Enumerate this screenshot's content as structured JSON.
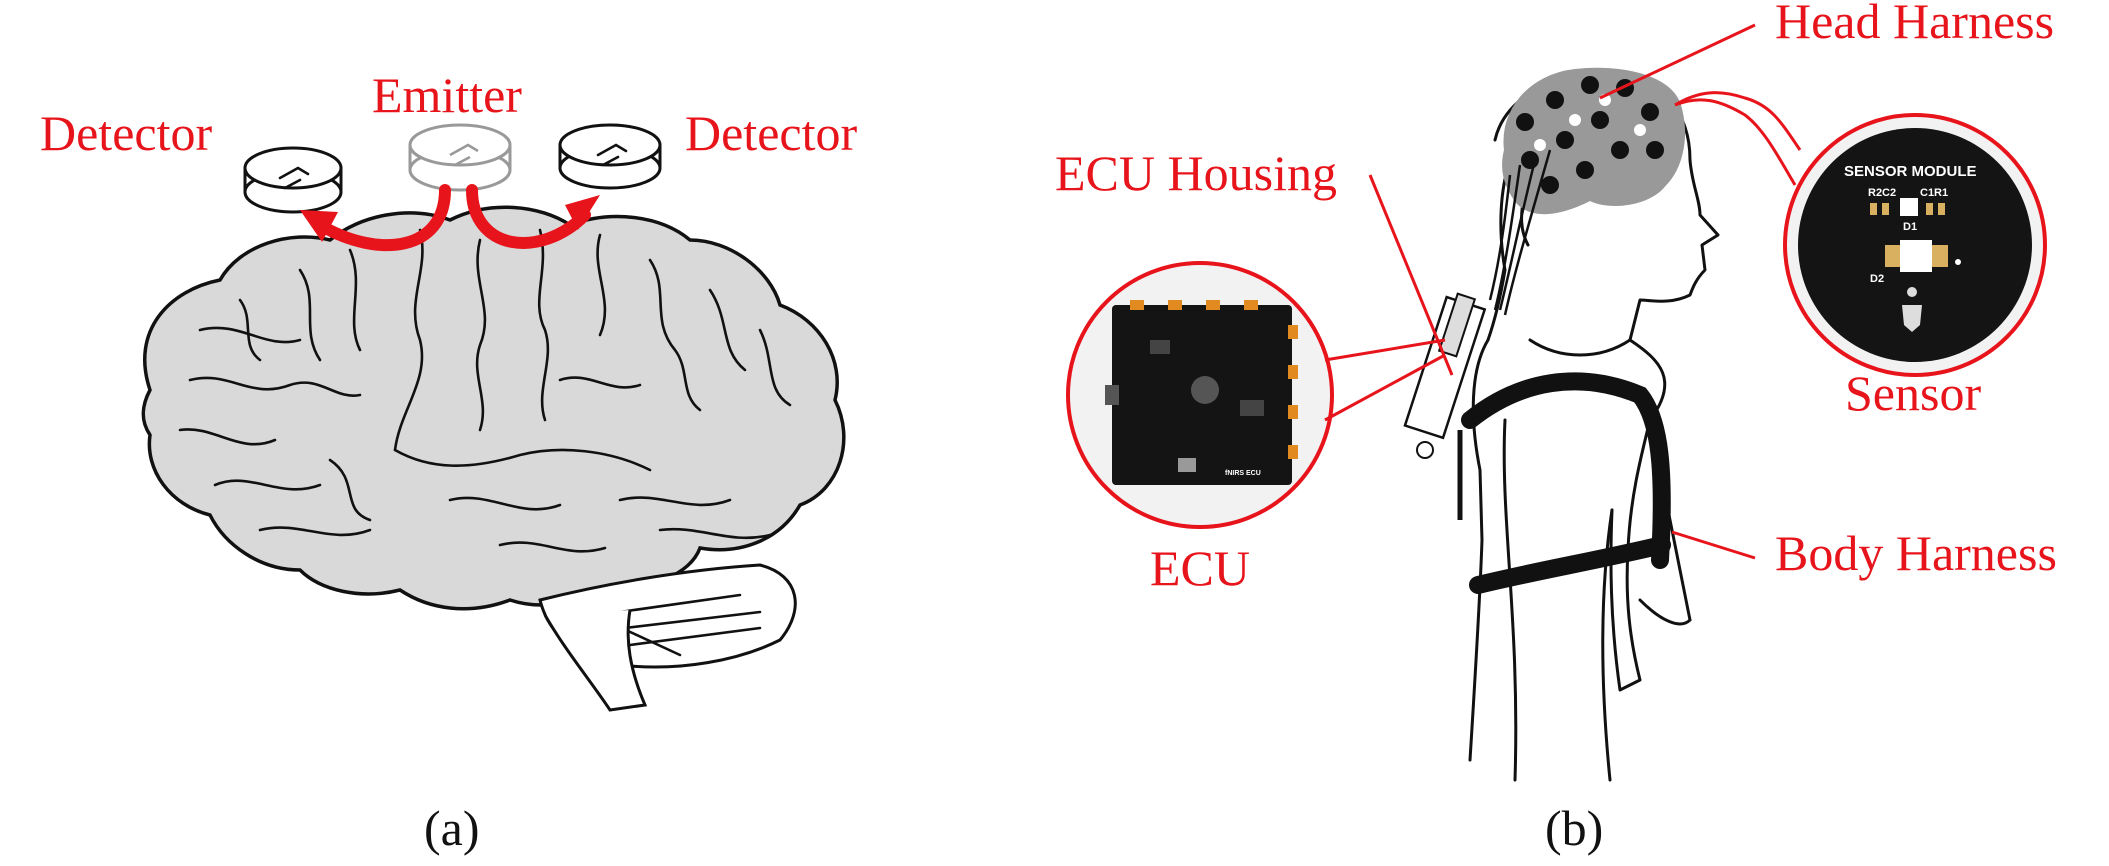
{
  "panel_a": {
    "labels": {
      "detector_left": "Detector",
      "emitter": "Emitter",
      "detector_right": "Detector"
    },
    "caption": "(a)"
  },
  "panel_b": {
    "labels": {
      "head_harness": "Head Harness",
      "ecu_housing": "ECU Housing",
      "ecu": "ECU",
      "sensor": "Sensor",
      "body_harness": "Body Harness"
    },
    "sensor_module": {
      "title": "SENSOR MODULE",
      "r2c2": "R2C2",
      "c1r1": "C1R1",
      "d1": "D1",
      "d2": "D2"
    },
    "ecu_board": {
      "label": "fNIRS ECU"
    },
    "caption": "(b)"
  },
  "colors": {
    "label_red": "#e8141b",
    "brain_fill": "#d9d9d9",
    "cap_gray": "#999999",
    "pcb_black": "#141414"
  }
}
